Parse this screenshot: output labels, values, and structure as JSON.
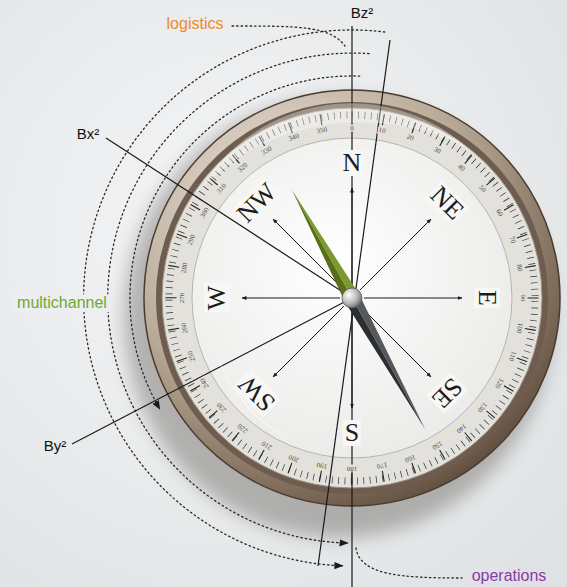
{
  "diagram": {
    "labels": [
      "logistics",
      "Bz²",
      "Bx²",
      "multichannel",
      "By²",
      "operations",
      "N",
      "NE",
      "E",
      "SE",
      "S",
      "SW",
      "W",
      "NW",
      "0",
      "10",
      "20",
      "30",
      "40",
      "50",
      "60",
      "70",
      "80",
      "90",
      "100",
      "110",
      "120",
      "130",
      "140",
      "150",
      "160",
      "170",
      "180",
      "190",
      "200",
      "210",
      "220",
      "230",
      "240",
      "250",
      "260",
      "270",
      "280",
      "290",
      "300",
      "310",
      "320",
      "330",
      "340",
      "350"
    ]
  }
}
